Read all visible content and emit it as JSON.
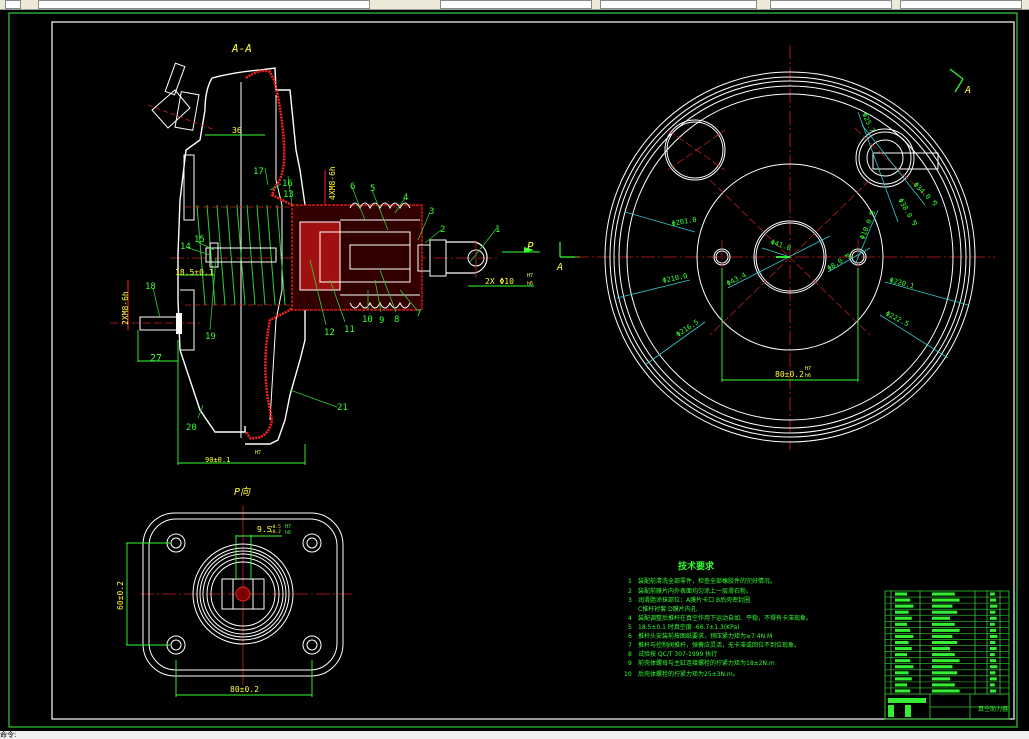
{
  "app": {
    "statusbar_text": "命令:"
  },
  "colors": {
    "background": "#000000",
    "outline": "#ffffff",
    "frame_green": "#33cc33",
    "dimension_green": "#33ff33",
    "centerline_red": "#cc2222",
    "section_hatch_red": "#ff2020",
    "leader_cyan": "#33cccc",
    "label_yellow": "#ffff33"
  },
  "views": {
    "section_title": "A-A",
    "direction_title": "P向",
    "arrow_p_label": "P",
    "section_mark_label": "A",
    "section_mark_label_top": "A"
  },
  "section_view": {
    "dims": {
      "d36": "36",
      "d27": "27",
      "d18_5": "18.5±0.1",
      "d90": "90±0.1",
      "fit_h7": "H7",
      "fit_h6": "h6",
      "thread_4": "4XM8-6h",
      "thread_2": "2XM8-6h",
      "pin_2x10": "2X Φ10"
    },
    "balloons": [
      "1",
      "2",
      "3",
      "4",
      "5",
      "6",
      "7",
      "8",
      "9",
      "10",
      "11",
      "12",
      "13",
      "14",
      "15",
      "16",
      "17",
      "18",
      "19",
      "20",
      "21"
    ]
  },
  "front_view": {
    "dims": {
      "d201": "Φ201.0",
      "d210": "Φ210.0",
      "d216": "Φ216.5",
      "d220": "Φ220.1",
      "d222": "Φ222.5",
      "d41": "Φ41.0",
      "d43": "Φ43.4",
      "d8": "Φ8.0 ⅋",
      "d10": "Φ10.0 ⅋",
      "d25": "Φ25.7",
      "d34": "Φ34.0 ⅋",
      "d38": "Φ38.0 ⅋",
      "d80": "80±0.2"
    }
  },
  "p_view": {
    "dims": {
      "d9_5": "9.5",
      "tol_up": "+0.5",
      "tol_dn": "+0.2",
      "d60": "60±0.2",
      "d80": "80±0.2"
    }
  },
  "tech_requirements": {
    "title": "技术要求",
    "items": [
      {
        "num": "1",
        "text": "装配前清洗全部零件，检查全部橡胶件的完好情况。"
      },
      {
        "num": "2",
        "text": "装配前膜片内外表面均匀涂上一层滑石粉。"
      },
      {
        "num": "3",
        "text": "润滑脂涂抹部位：A膜片卡口 B后壳密封圈"
      },
      {
        "num": "",
        "text": "C推杆衬套  D膜片内孔"
      },
      {
        "num": "4",
        "text": "装配调整后推杆在真空作用下运动自如、平稳，不得有卡滞现象。"
      },
      {
        "num": "5",
        "text": "18.5±0.1 时真空度  -66.7±1.3(KPa)"
      },
      {
        "num": "6",
        "text": "推杆头安装前按图纸要求，预压紧力矩为≥7.4N.M"
      },
      {
        "num": "7",
        "text": "推杆与控制阀推杆，弹簧应灵活，无卡滞或回位不到位现象。"
      },
      {
        "num": "8",
        "text": "试验按  QC/T 307-1999 执行"
      },
      {
        "num": "9",
        "text": "前壳体螺母与主缸连接螺栓的拧紧力矩为18±2N.m"
      },
      {
        "num": "10",
        "text": "后壳体螺栓的拧紧力矩为25±3N.m。"
      }
    ]
  },
  "title_block": {
    "parts_rows": 17,
    "name": "真空助力器"
  }
}
